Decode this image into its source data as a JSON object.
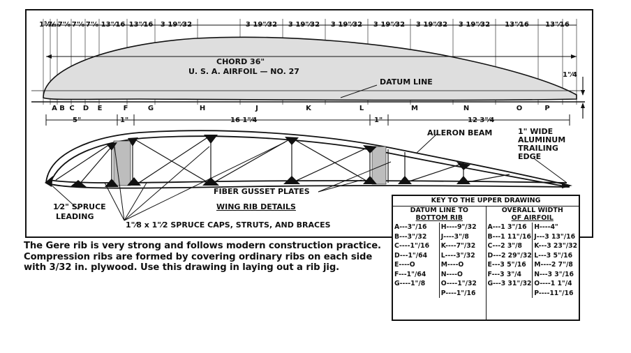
{
  "drawing": {
    "top_dims": [
      "1⁵⁄₃₂",
      "7⁄₁₆",
      "7\"⁄₈",
      "7\"⁄₈",
      "7\"⁄₈",
      "13\"⁄16",
      "13\"⁄16",
      "3 19\"⁄32",
      "3 19\"⁄32",
      "3 19\"⁄32",
      "3 19\"⁄32",
      "3 19\"⁄32",
      "3 19\"⁄32",
      "3 19\"⁄32",
      "13\"⁄16",
      "13\"⁄16"
    ],
    "chord_label": "CHORD 36\"",
    "airfoil_label": "U. S. A. AIRFOIL — NO. 27",
    "datum_label": "DATUM LINE",
    "quarter_label": "1\"⁄4",
    "stations": [
      "A",
      "B",
      "C",
      "D",
      "E",
      "F",
      "G",
      "H",
      "J",
      "K",
      "L",
      "M",
      "N",
      "O",
      "P"
    ],
    "rib_dims": [
      "5\"",
      "1\"",
      "16 1\"⁄4",
      "1\"",
      "12 3\"⁄4"
    ],
    "aileron_label": "AILERON BEAM",
    "trailing_label": [
      "1\" WIDE",
      "ALUMINUM",
      "TRAILING",
      "EDGE"
    ],
    "gusset_label": "FIBER GUSSET PLATES",
    "details_title": "WING RIB DETAILS",
    "leading_label": [
      "1⁄2\" SPRUCE",
      "LEADING"
    ],
    "caps_label": "1\"⁄8 x 1\"⁄2 SPRUCE CAPS, STRUTS, AND BRACES"
  },
  "caption": "The Gere rib is very strong and follows modern construction practice. Compression ribs are formed by covering ordinary ribs on each side with 3/32 in. plywood. Use this drawing in laying out a rib jig.",
  "key": {
    "title": "KEY TO THE UPPER DRAWING",
    "left_header": [
      "DATUM LINE TO",
      "BOTTOM RIB"
    ],
    "right_header": [
      "OVERALL WIDTH",
      "OF AIRFOIL"
    ],
    "datum_col1": [
      "A---3\"/16",
      "B---3\"/32",
      "C----1\"/16",
      "D---1\"/64",
      "E----O",
      "F---1\"/64",
      "G----1\"/8"
    ],
    "datum_col2": [
      "H----9\"/32",
      "J----3\"/8",
      "K----7\"/32",
      "L----3\"/32",
      "M----O",
      "N----O",
      "O----1\"/32",
      "P----1\"/16"
    ],
    "width_col1": [
      "A---1 3\"/16",
      "B---1 11\"/16",
      "C---2 3\"/8",
      "D---2 29\"/32",
      "E---3 5\"/16",
      "F---3 3\"/4",
      "G---3 31\"/32"
    ],
    "width_col2": [
      "H----4\"",
      "J---3 13\"/16",
      "K---3 23\"/32",
      "L---3 5\"/16",
      "M----2 7\"/8",
      "N---3 3\"/16",
      "O----1 1\"/4",
      "P----11\"/16"
    ]
  }
}
